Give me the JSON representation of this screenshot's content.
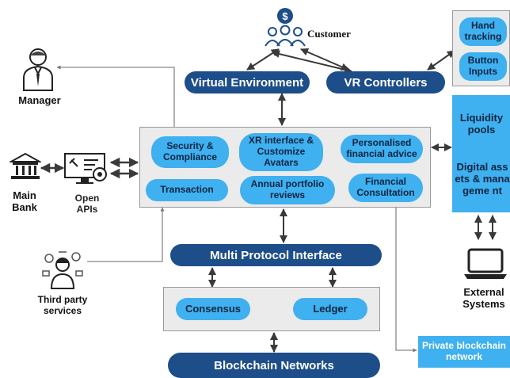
{
  "customer": {
    "label": "Customer",
    "icon": "customer-group-dollar-icon"
  },
  "virtual_environment": "Virtual  Environment",
  "vr_controllers": "VR Controllers",
  "hand_tracking": "Hand tracking",
  "button_inputs": "Button Inputs",
  "manager": {
    "label": "Manager",
    "icon": "manager-person-icon"
  },
  "main_bank": {
    "label": "Main Bank",
    "icon": "bank-building-icon"
  },
  "open_apis": {
    "label": "Open APIs",
    "icon": "monitor-settings-icon"
  },
  "third_party": {
    "label": "Third party services",
    "icon": "third-party-person-icon"
  },
  "hub": {
    "security": "Security & Compliance",
    "xr_interface": "XR interface & Customize Avatars",
    "personalised_advice": "Personalised financial advice",
    "transaction": "Transaction",
    "portfolio_reviews": "Annual portfolio reviews",
    "financial_consultation": "Financial Consultation"
  },
  "liquidity_pools": "Liquidity pools",
  "digital_assets": "Digital assets & manageme nt",
  "external_systems": {
    "label": "External Systems",
    "icon": "laptop-icon"
  },
  "multi_protocol_interface": "Multi Protocol Interface",
  "consensus": "Consensus",
  "ledger": "Ledger",
  "blockchain_networks": "Blockchain Networks",
  "private_blockchain": "Private blockchain network",
  "colors": {
    "navy": "#1d4e8a",
    "light_blue": "#3fb0f0",
    "panel_grey": "#ebebeb",
    "arrow": "#3a3a3a"
  }
}
